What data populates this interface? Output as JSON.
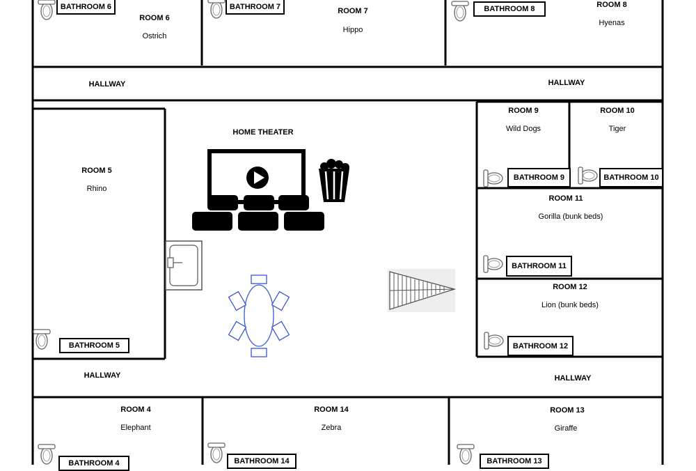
{
  "rooms": {
    "r6": {
      "title": "ROOM 6",
      "name": "Ostrich"
    },
    "r7": {
      "title": "ROOM 7",
      "name": "Hippo"
    },
    "r8": {
      "title": "ROOM 8",
      "name": "Hyenas"
    },
    "r5": {
      "title": "ROOM 5",
      "name": "Rhino"
    },
    "r9": {
      "title": "ROOM 9",
      "name": "Wild Dogs"
    },
    "r10": {
      "title": "ROOM 10",
      "name": "Tiger"
    },
    "r11": {
      "title": "ROOM 11",
      "name": "Gorilla (bunk beds)"
    },
    "r12": {
      "title": "ROOM 12",
      "name": "Lion (bunk beds)"
    },
    "r4": {
      "title": "ROOM 4",
      "name": "Elephant"
    },
    "r14": {
      "title": "ROOM 14",
      "name": "Zebra"
    },
    "r13": {
      "title": "ROOM 13",
      "name": "Giraffe"
    }
  },
  "bathrooms": {
    "b6": "BATHROOM 6",
    "b7": "BATHROOM 7",
    "b8": "BATHROOM 8",
    "b5": "BATHROOM 5",
    "b9": "BATHROOM 9",
    "b10": "BATHROOM 10",
    "b11": "BATHROOM 11",
    "b12": "BATHROOM 12",
    "b4": "BATHROOM 4",
    "b14": "BATHROOM 14",
    "b13": "BATHROOM 13"
  },
  "areas": {
    "hall_top_left": "HALLWAY",
    "hall_top_right": "HALLWAY",
    "hall_bottom_left": "HALLWAY",
    "hall_bottom_right": "HALLWAY",
    "home_theater": "HOME THEATER"
  },
  "icons": {
    "toilet": "toilet-icon",
    "theater": "home-theater-icon",
    "popcorn": "popcorn-icon",
    "sink": "sink-icon",
    "table": "dining-table-icon",
    "stairs": "staircase-icon"
  },
  "colors": {
    "wall": "#000000",
    "table": "#3a55d6"
  }
}
